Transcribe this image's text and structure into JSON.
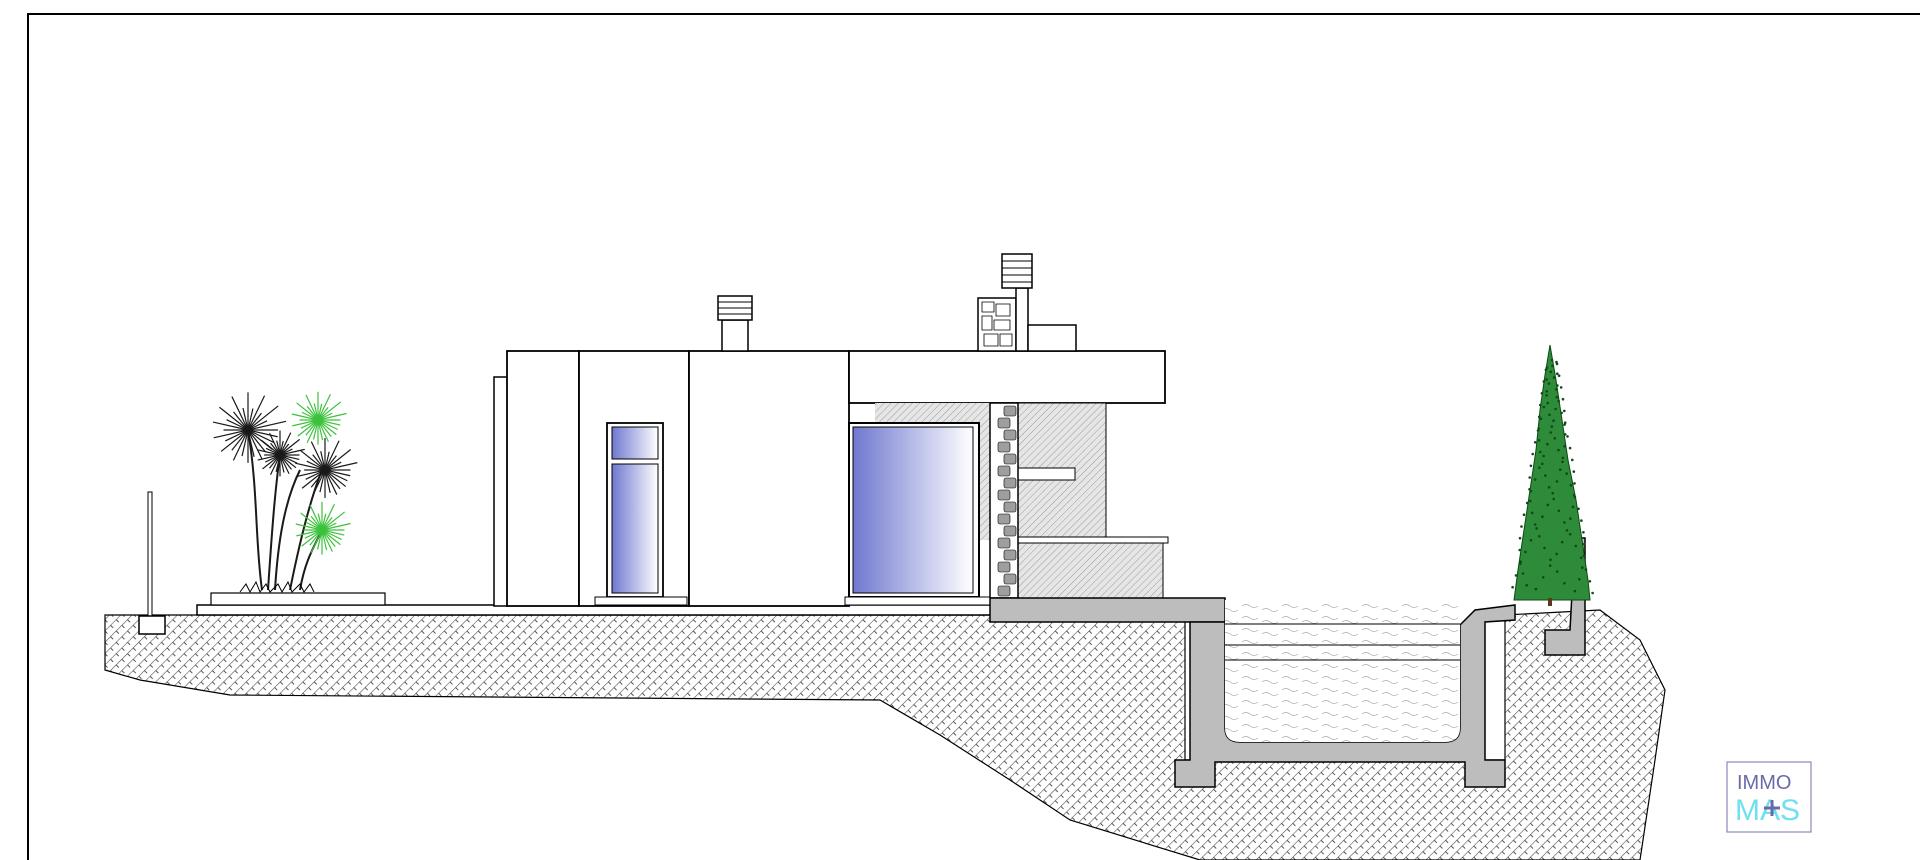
{
  "drawing": {
    "type": "architectural side elevation",
    "colors": {
      "line": "#000000",
      "wall": "#ffffff",
      "terrain_hatch": "#333333",
      "concrete": "#bdbdbd",
      "glass_dark": "#6f78cf",
      "glass_light": "#ffffff",
      "palm_dark": "#1a1a1a",
      "palm_green": "#3cc23c",
      "cypress": "#2e8b3a",
      "stone": "#9e9e9e"
    }
  },
  "logo": {
    "line1": "IMMO",
    "line2": "MAS",
    "color_line1": "#6a6aa8",
    "color_line2": "#6fe0f0",
    "border_color": "#8a8ab8"
  }
}
